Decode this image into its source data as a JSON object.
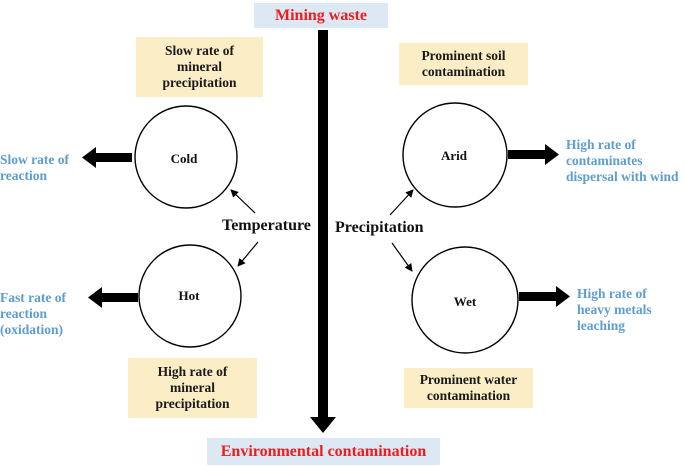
{
  "title_top": "Mining waste",
  "title_bottom": "Environmental contamination",
  "temperature": {
    "label": "Temperature",
    "cold": {
      "node": "Cold",
      "effect": [
        "Slow rate of",
        "reaction"
      ],
      "note": [
        "Slow rate of",
        "mineral",
        "precipitation"
      ]
    },
    "hot": {
      "node": "Hot",
      "effect": [
        "Fast rate of",
        "reaction",
        "(oxidation)"
      ],
      "note": [
        "High rate of",
        "mineral",
        "precipitation"
      ]
    }
  },
  "precipitation": {
    "label": "Precipitation",
    "arid": {
      "node": "Arid",
      "effect": [
        "High rate of",
        "contaminates",
        "dispersal with wind"
      ],
      "note": [
        "Prominent soil",
        "contamination"
      ]
    },
    "wet": {
      "node": "Wet",
      "effect": [
        "High rate of",
        "heavy metals",
        "leaching"
      ],
      "note": [
        "Prominent water",
        "contamination"
      ]
    }
  },
  "colors": {
    "title_text": "#ee1c1c",
    "title_bg": "#dce9f5",
    "note_bg": "#fbedc5",
    "effect_text": "#5d9dd0"
  }
}
